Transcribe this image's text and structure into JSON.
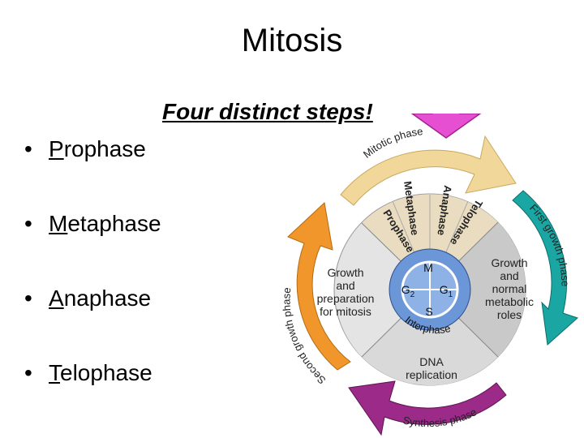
{
  "slide": {
    "title": "Mitosis",
    "subtitle": "Four distinct steps!",
    "bullets": [
      {
        "first": "P",
        "rest": "rophase"
      },
      {
        "first": "M",
        "rest": "etaphase"
      },
      {
        "first": "A",
        "rest": "naphase"
      },
      {
        "first": "T",
        "rest": "elophase"
      }
    ]
  },
  "diagram": {
    "mitotic_phase": "Mitotic phase",
    "first_growth_phase": "First growth phase",
    "second_growth_phase": "Second growth phase",
    "synthesis_phase": "Synthesis phase",
    "sub_phases": [
      "Prophase",
      "Metaphase",
      "Anaphase",
      "Telophase"
    ],
    "g1_lines": [
      "Growth",
      "and",
      "normal",
      "metabolic",
      "roles"
    ],
    "g2_lines": [
      "Growth",
      "and",
      "preparation",
      "for mitosis"
    ],
    "s_lines": [
      "DNA",
      "replication"
    ],
    "center": {
      "m": "M",
      "g2": "G",
      "g2_sub": "2",
      "g1": "G",
      "g1_sub": "1",
      "s": "S",
      "interphase": "Interphase"
    },
    "colors": {
      "mitotic": "#f2d79a",
      "first_growth": "#1aa6a2",
      "second_growth": "#f0962a",
      "synthesis": "#9b2a88",
      "wedge_light": "#e4e4e4",
      "wedge_dark": "#c9c9c9",
      "center": "#6b96d8",
      "pointer": "#e64fd2"
    }
  }
}
